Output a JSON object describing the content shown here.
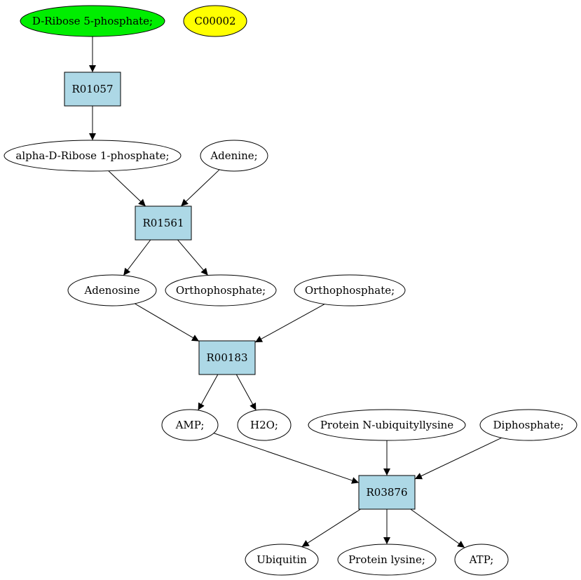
{
  "colors": {
    "start_compound": "#00ee00",
    "highlight_compound": "#ffff00",
    "compound": "#ffffff",
    "reaction": "#add8e6",
    "edge": "#000000"
  },
  "nodes": {
    "ribose5p": {
      "label": "D-Ribose 5-phosphate;",
      "kind": "compound",
      "fill": "start_compound"
    },
    "c00002": {
      "label": "C00002",
      "kind": "compound",
      "fill": "highlight_compound"
    },
    "r01057": {
      "label": "R01057",
      "kind": "reaction"
    },
    "ribose1p": {
      "label": "alpha-D-Ribose 1-phosphate;",
      "kind": "compound"
    },
    "adenine": {
      "label": "Adenine;",
      "kind": "compound"
    },
    "r01561": {
      "label": "R01561",
      "kind": "reaction"
    },
    "adenosine": {
      "label": "Adenosine",
      "kind": "compound"
    },
    "orthophosphate1": {
      "label": "Orthophosphate;",
      "kind": "compound"
    },
    "orthophosphate2": {
      "label": "Orthophosphate;",
      "kind": "compound"
    },
    "r00183": {
      "label": "R00183",
      "kind": "reaction"
    },
    "amp": {
      "label": "AMP;",
      "kind": "compound"
    },
    "h2o": {
      "label": "H2O;",
      "kind": "compound"
    },
    "protein_ubiq": {
      "label": "Protein N-ubiquityllysine",
      "kind": "compound"
    },
    "diphosphate": {
      "label": "Diphosphate;",
      "kind": "compound"
    },
    "r03876": {
      "label": "R03876",
      "kind": "reaction"
    },
    "ubiquitin": {
      "label": "Ubiquitin",
      "kind": "compound"
    },
    "protein_lysine": {
      "label": "Protein lysine;",
      "kind": "compound"
    },
    "atp": {
      "label": "ATP;",
      "kind": "compound"
    }
  },
  "edges": [
    [
      "ribose5p",
      "r01057"
    ],
    [
      "r01057",
      "ribose1p"
    ],
    [
      "ribose1p",
      "r01561"
    ],
    [
      "adenine",
      "r01561"
    ],
    [
      "r01561",
      "adenosine"
    ],
    [
      "r01561",
      "orthophosphate1"
    ],
    [
      "adenosine",
      "r00183"
    ],
    [
      "orthophosphate2",
      "r00183"
    ],
    [
      "r00183",
      "amp"
    ],
    [
      "r00183",
      "h2o"
    ],
    [
      "amp",
      "r03876"
    ],
    [
      "protein_ubiq",
      "r03876"
    ],
    [
      "diphosphate",
      "r03876"
    ],
    [
      "r03876",
      "ubiquitin"
    ],
    [
      "r03876",
      "protein_lysine"
    ],
    [
      "r03876",
      "atp"
    ]
  ]
}
